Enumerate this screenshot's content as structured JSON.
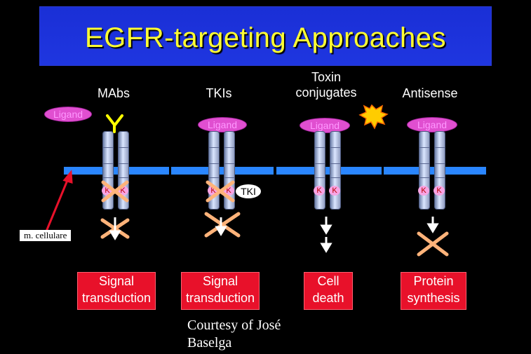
{
  "title": "EGFR-targeting Approaches",
  "columns": {
    "mabs": "MAbs",
    "tkis": "TKIs",
    "toxin": "Toxin conjugates",
    "antisense": "Antisense"
  },
  "ligand_label": "Ligand",
  "kinase_label": "K",
  "tki_label": "TKI",
  "membrane_label": "m. cellulare",
  "outcomes": {
    "signal1": "Signal transduction",
    "signal2": "Signal transduction",
    "cell_death": "Cell death",
    "protein": "Protein synthesis"
  },
  "courtesy": "Courtesy of José Baselga",
  "colors": {
    "title": "#ffff33",
    "title_bg": "#1f36e0",
    "membrane": "#2a86ff",
    "ligand": "#e04fd0",
    "outcome_box": "#e8112a",
    "cross": "#ffb37a",
    "mab": "#ffff00"
  }
}
